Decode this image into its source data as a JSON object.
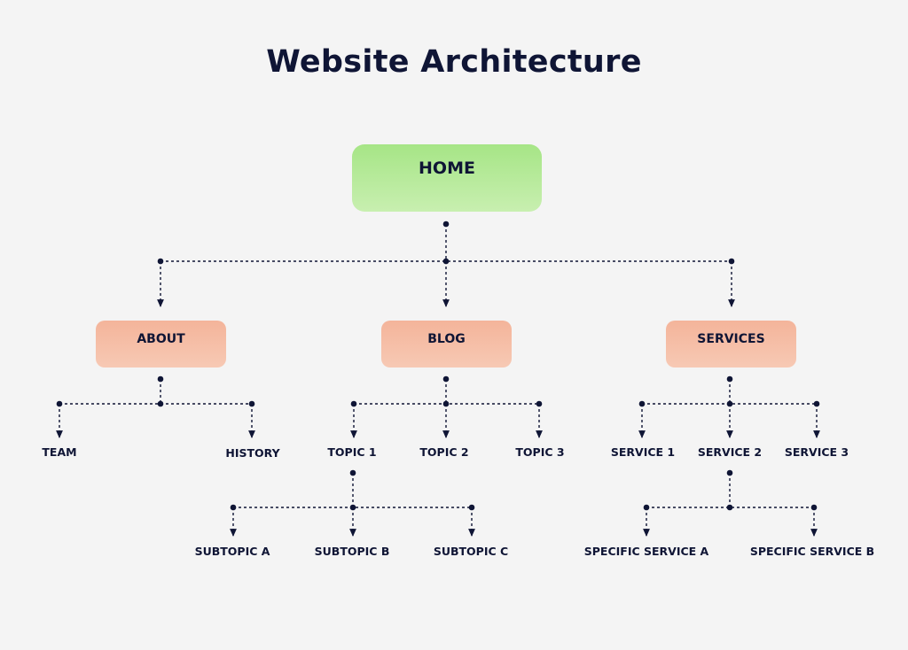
{
  "title": "Website Architecture",
  "root": {
    "label": "HOME",
    "color": "#b7ea9a"
  },
  "sections": [
    {
      "label": "ABOUT",
      "children": [
        "TEAM",
        "HISTORY"
      ]
    },
    {
      "label": "BLOG",
      "children": [
        "TOPIC 1",
        "TOPIC 2",
        "TOPIC 3"
      ]
    },
    {
      "label": "SERVICES",
      "children": [
        "SERVICE 1",
        "SERVICE 2",
        "SERVICE 3"
      ]
    }
  ],
  "subtopics": [
    "SUBTOPIC A",
    "SUBTOPIC B",
    "SUBTOPIC C"
  ],
  "specific_services": [
    "SPECIFIC SERVICE A",
    "SPECIFIC SERVICE B"
  ],
  "colors": {
    "root": "#b7ea9a",
    "section": "#f6bea6",
    "line": "#0f1535",
    "background": "#f4f4f4"
  }
}
